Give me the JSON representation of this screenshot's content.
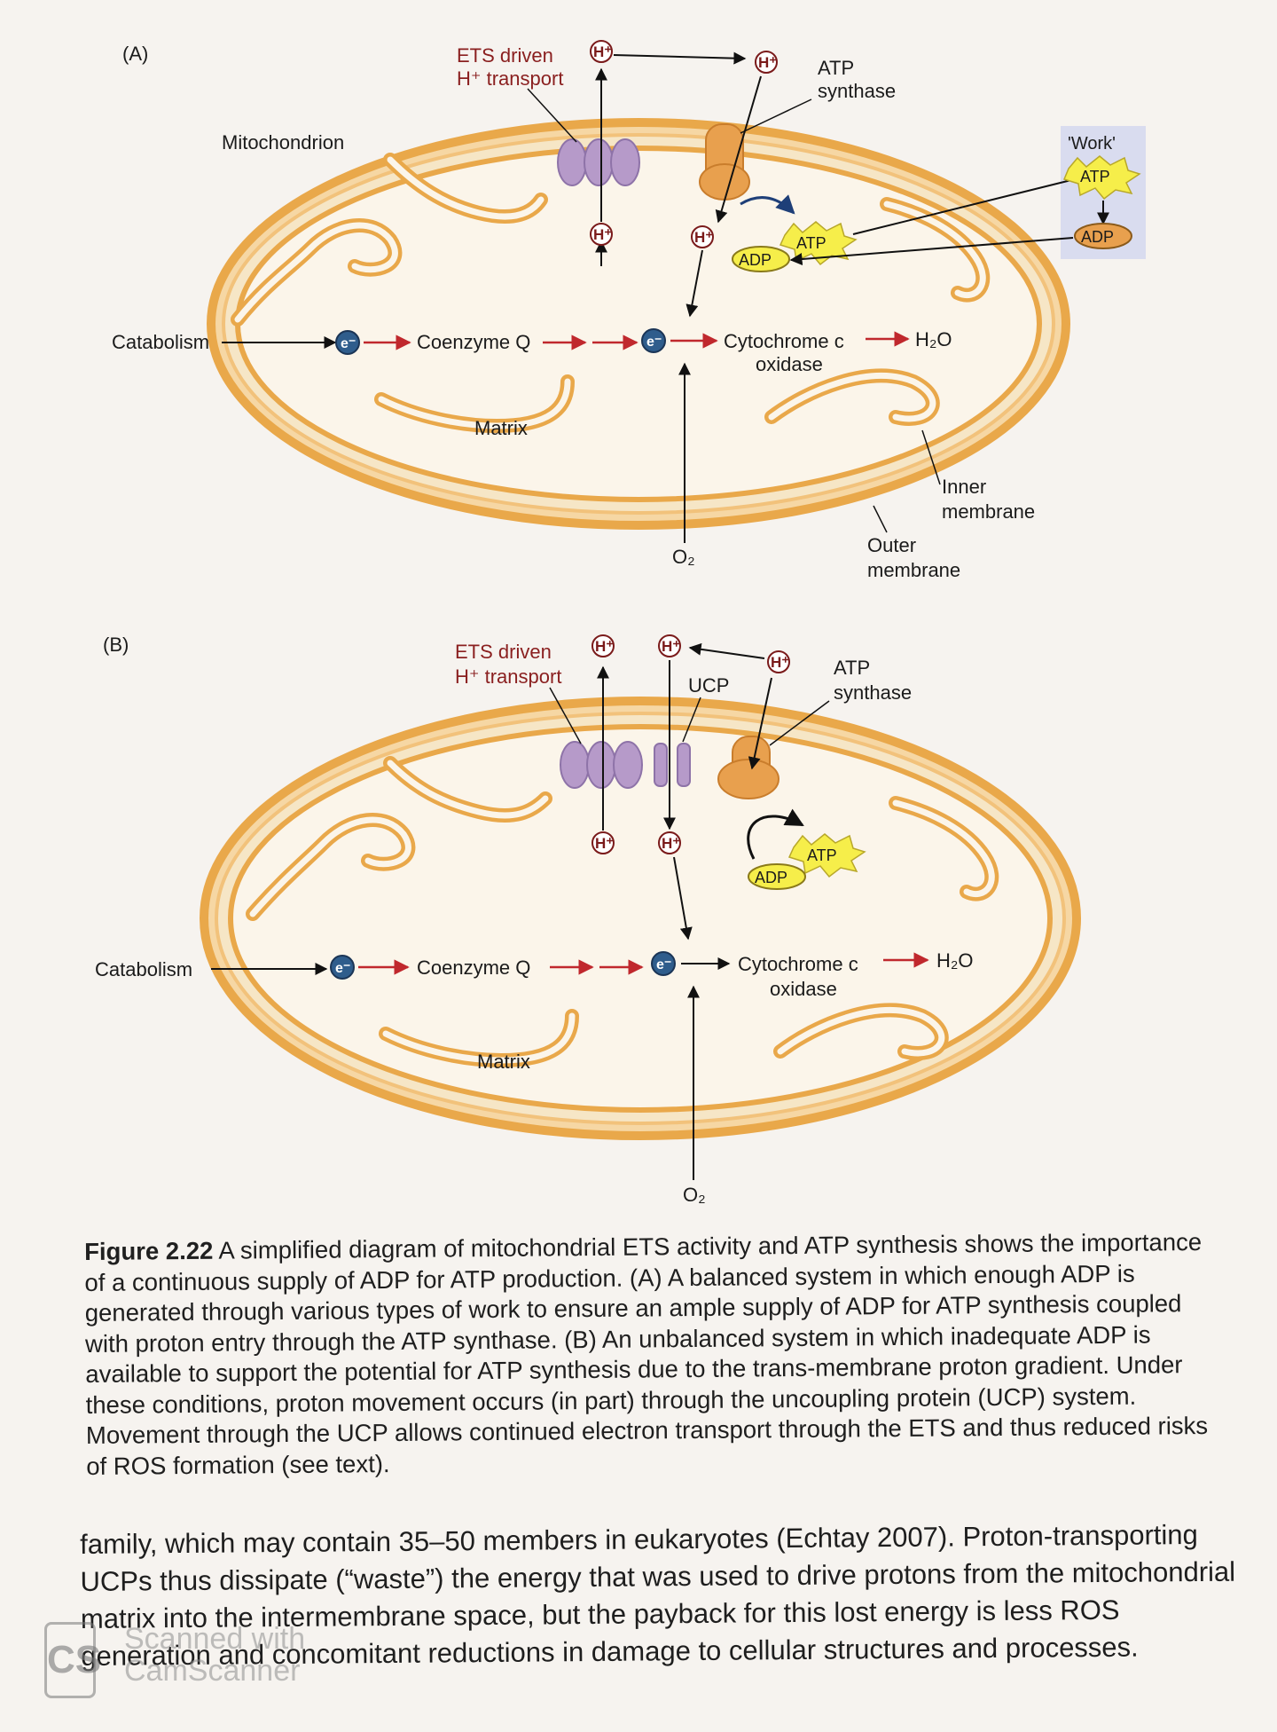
{
  "panelA": {
    "panel_label": "(A)",
    "ets_label_1": "ETS driven",
    "ets_label_2": "H⁺ transport",
    "atp_synthase_1": "ATP",
    "atp_synthase_2": "synthase",
    "mitochondrion": "Mitochondrion",
    "work_label": "'Work'",
    "catabolism": "Catabolism",
    "coenzyme_q": "Coenzyme Q",
    "cytochrome_1": "Cytochrome c",
    "cytochrome_2": "oxidase",
    "h2o": "H₂O",
    "matrix": "Matrix",
    "inner_membrane_1": "Inner",
    "inner_membrane_2": "membrane",
    "outer_membrane_1": "Outer",
    "outer_membrane_2": "membrane",
    "o2": "O₂",
    "hplus": "H⁺",
    "electron": "e⁻",
    "atp": "ATP",
    "adp": "ADP"
  },
  "panelB": {
    "panel_label": "(B)",
    "ets_label_1": "ETS driven",
    "ets_label_2": "H⁺ transport",
    "ucp": "UCP",
    "atp_synthase_1": "ATP",
    "atp_synthase_2": "synthase",
    "catabolism": "Catabolism",
    "coenzyme_q": "Coenzyme Q",
    "cytochrome_1": "Cytochrome c",
    "cytochrome_2": "oxidase",
    "h2o": "H₂O",
    "matrix": "Matrix",
    "o2": "O₂",
    "hplus": "H⁺",
    "electron": "e⁻",
    "atp": "ATP",
    "adp": "ADP"
  },
  "caption": {
    "figure_label": "Figure 2.22",
    "text": "A simplified diagram of mitochondrial ETS activity and ATP synthesis shows the importance of a continuous supply of ADP for ATP production. (A) A balanced system in which enough ADP is generated through various types of work to ensure an ample supply of ADP for ATP synthesis coupled with proton entry through the ATP synthase. (B) An unbalanced system in which inadequate ADP is available to support the potential for ATP synthesis due to the trans-membrane proton gradient. Under these conditions, proton movement occurs (in part) through the uncoupling protein (UCP) system. Movement through the UCP allows continued electron transport through the ETS and thus reduced risks of ROS formation (see text)."
  },
  "body_text": "family, which may contain 35–50 members in eukaryotes (Echtay 2007). Proton-transporting UCPs thus dissipate (“waste”) the energy that was used to drive protons from the mitochondrial matrix into the intermembrane space, but the payback for this lost energy is less ROS generation and concomitant reductions in damage to cellular structures and processes.",
  "watermark": {
    "logo": "CS",
    "line1": "Scanned with",
    "line2": "CamScanner"
  },
  "colors": {
    "membrane": "#e9a84a",
    "membrane_fill": "#f6d7a4",
    "ets_complex": "#b69ac9",
    "atp_synthase": "#e8a04e",
    "electron": "#2f5d8c",
    "arrow_red": "#c0282d",
    "atp_yellow": "#f6ee4a",
    "work_box": "#d9dcef"
  }
}
